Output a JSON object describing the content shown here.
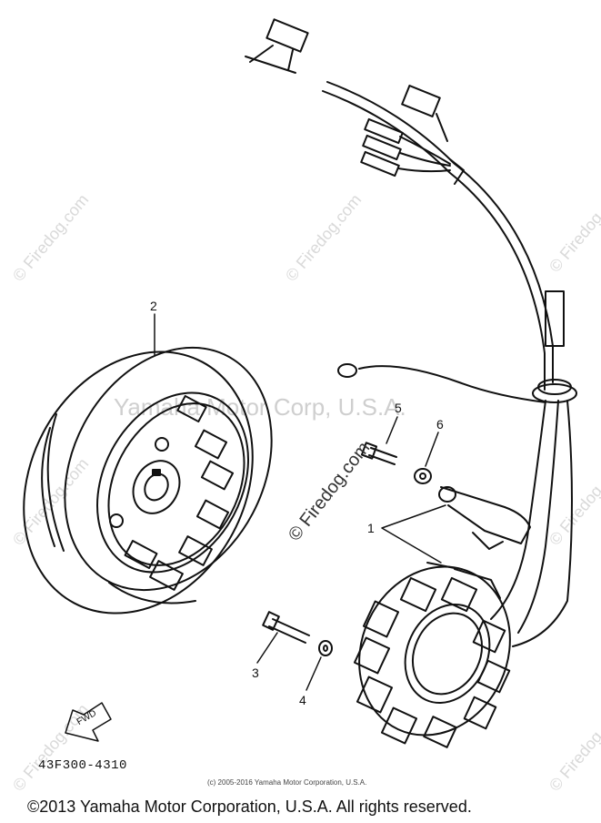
{
  "diagram": {
    "callouts": [
      "1",
      "2",
      "3",
      "4",
      "5",
      "6"
    ],
    "part_number": "43F300-4310",
    "fwd_label": "FWD",
    "small_copyright": "(c) 2005-2016 Yamaha Motor Corporation, U.S.A.",
    "copyright": "©2013 Yamaha Motor Corporation, U.S.A. All rights reserved."
  },
  "watermarks": {
    "firedog": "© Firedog.com",
    "yamaha": "Yamaha Motor Corp, U.S.A."
  }
}
